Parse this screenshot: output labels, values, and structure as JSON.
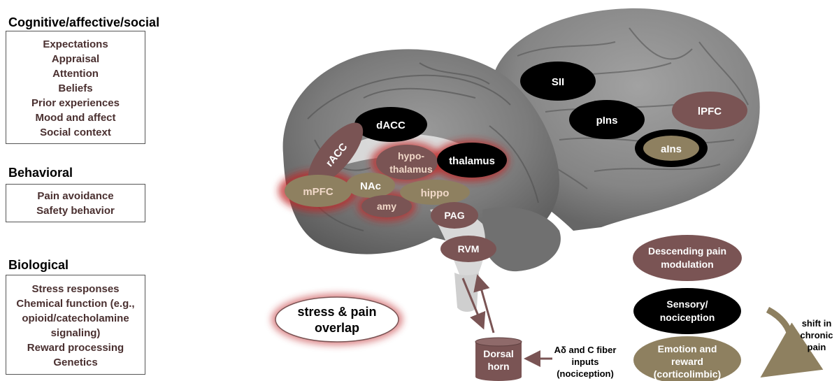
{
  "left_panel": {
    "cognitive": {
      "title": "Cognitive/affective/social",
      "items": [
        "Expectations",
        "Appraisal",
        "Attention",
        "Beliefs",
        "Prior experiences",
        "Mood and affect",
        "Social context"
      ]
    },
    "behavioral": {
      "title": "Behavioral",
      "items": [
        "Pain avoidance",
        "Safety behavior"
      ]
    },
    "biological": {
      "title": "Biological",
      "items": [
        "Stress responses",
        "Chemical function (e.g.,",
        "opioid/catecholamine",
        "signaling)",
        "Reward processing",
        "Genetics"
      ]
    }
  },
  "regions": {
    "sii": "SII",
    "pins": "pIns",
    "lpfc": "lPFC",
    "ains": "aIns",
    "dacc": "dACC",
    "racc": "rACC",
    "hypothalamus_1": "hypo-",
    "hypothalamus_2": "thalamus",
    "thalamus": "thalamus",
    "mpfc": "mPFC",
    "nac": "NAc",
    "hippo": "hippo",
    "amy": "amy",
    "pag": "PAG",
    "rvm": "RVM"
  },
  "overlap_label": [
    "stress & pain",
    "overlap"
  ],
  "dorsal_horn": [
    "Dorsal",
    "horn"
  ],
  "fiber_inputs": [
    "Aδ and C fiber",
    "inputs",
    "(nociception)"
  ],
  "legend": {
    "descending": [
      "Descending pain",
      "modulation"
    ],
    "sensory": [
      "Sensory/",
      "nociception"
    ],
    "emotion": [
      "Emotion and",
      "reward",
      "(corticolimbic)"
    ],
    "shift": [
      "shift in",
      "chronic",
      "pain"
    ]
  },
  "colors": {
    "maroon": "#7a5454",
    "olive": "#8e8060",
    "black": "#000000",
    "brain_gray": "#7e7e7e",
    "glow_red": "#c0282a"
  }
}
